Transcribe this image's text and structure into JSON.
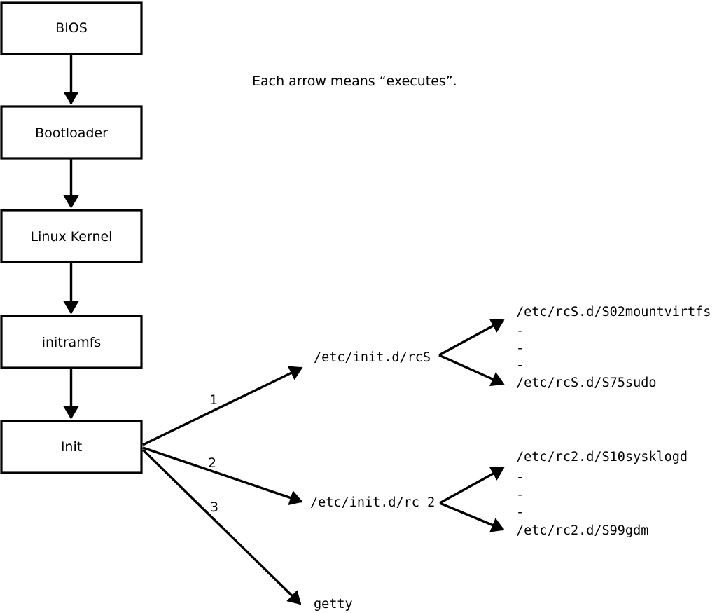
{
  "legend": {
    "note": "Each arrow means “executes”."
  },
  "flow_boxes": [
    {
      "label": "BIOS"
    },
    {
      "label": "Bootloader"
    },
    {
      "label": "Linux Kernel"
    },
    {
      "label": "initramfs"
    },
    {
      "label": "Init"
    }
  ],
  "init_branches": [
    {
      "order": "1",
      "target": "/etc/init.d/rcS",
      "children": [
        "/etc/rcS.d/S02mountvirtfs",
        "-",
        "-",
        "-",
        "/etc/rcS.d/S75sudo"
      ]
    },
    {
      "order": "2",
      "target": "/etc/init.d/rc 2",
      "children": [
        "/etc/rc2.d/S10sysklogd",
        "-",
        "-",
        "-",
        "/etc/rc2.d/S99gdm"
      ]
    },
    {
      "order": "3",
      "target": "getty",
      "children": []
    }
  ],
  "colors": {
    "line": "#000000",
    "text": "#000000",
    "background": "#ffffff",
    "box_fill": "#ffffff"
  }
}
